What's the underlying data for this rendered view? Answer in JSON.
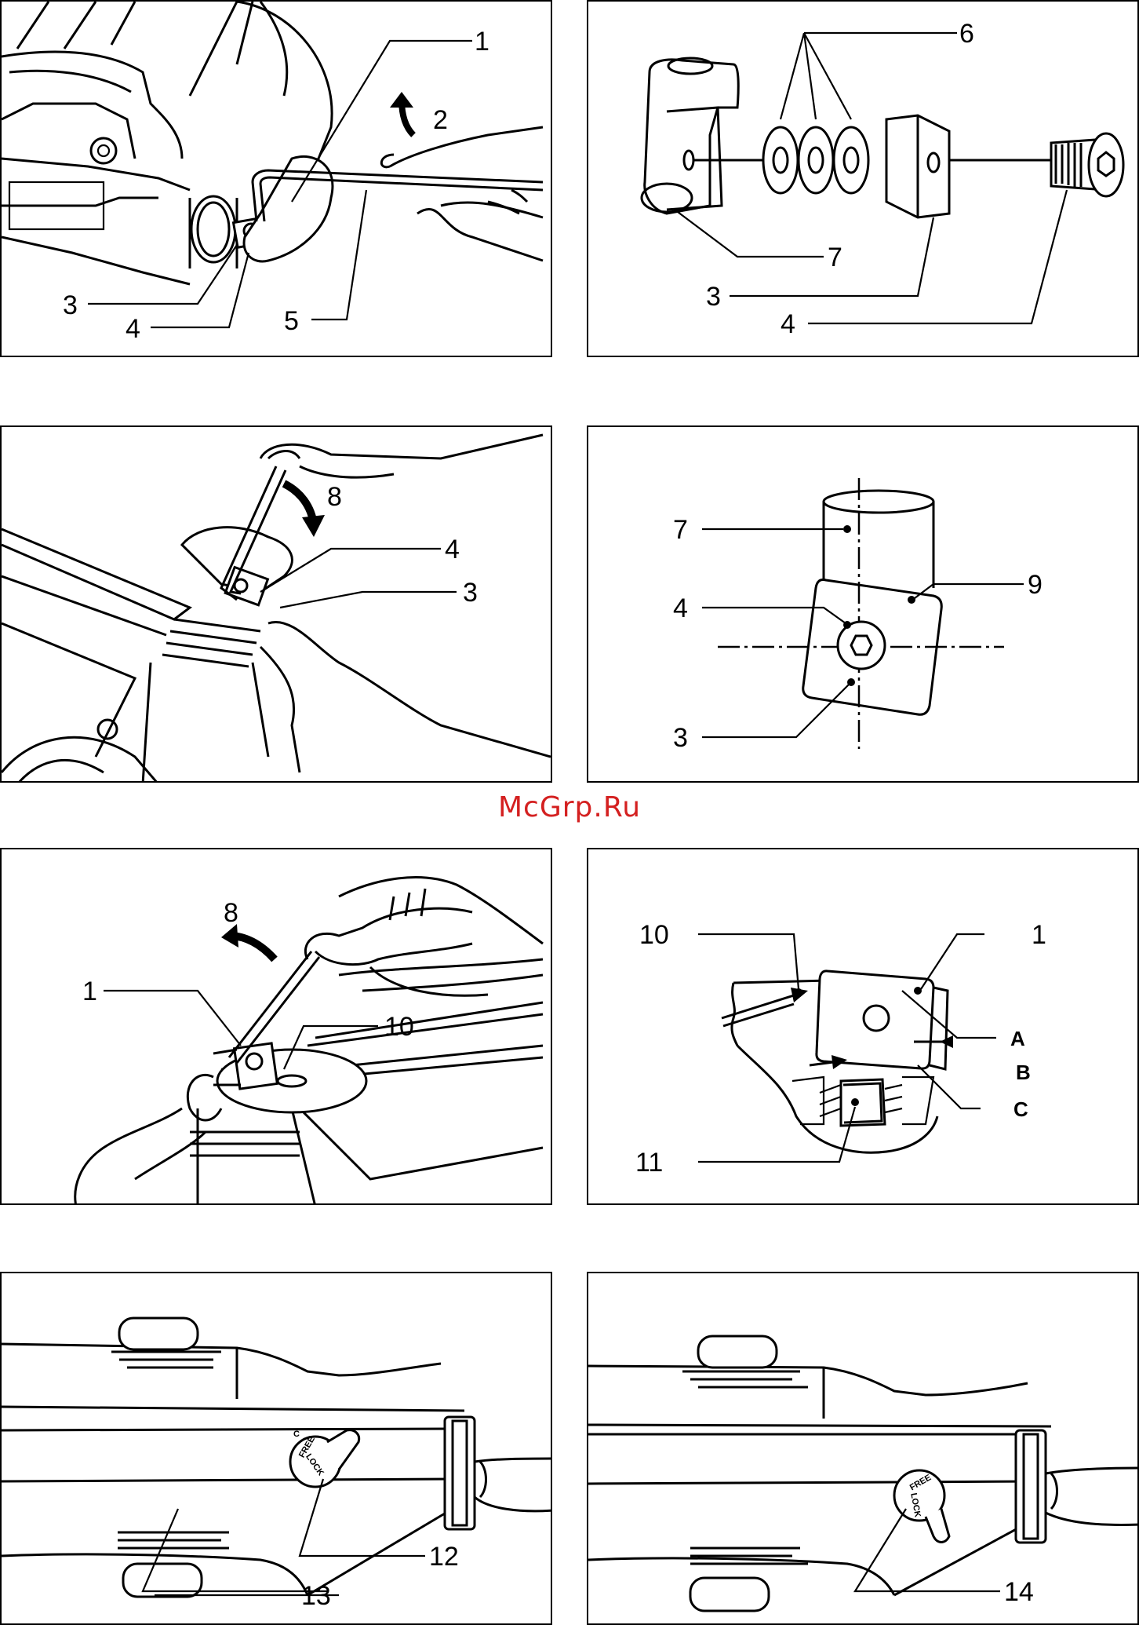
{
  "watermark": "McGrp.Ru",
  "fig1": {
    "labels": [
      "1",
      "2",
      "3",
      "4",
      "5"
    ]
  },
  "fig2": {
    "labels": [
      "6",
      "7",
      "3",
      "4"
    ]
  },
  "fig3": {
    "labels": [
      "8",
      "4",
      "3"
    ]
  },
  "fig4": {
    "labels": [
      "7",
      "4",
      "9",
      "3"
    ]
  },
  "fig5": {
    "labels": [
      "8",
      "1",
      "10"
    ]
  },
  "fig6": {
    "labels": [
      "10",
      "1",
      "A",
      "B",
      "C",
      "11"
    ]
  },
  "fig7": {
    "labels": [
      "12",
      "13"
    ],
    "knob_text": [
      "LOCK",
      "FREE",
      "C"
    ]
  },
  "fig8": {
    "labels": [
      "14"
    ],
    "knob_text": [
      "LOCK",
      "FREE"
    ]
  }
}
